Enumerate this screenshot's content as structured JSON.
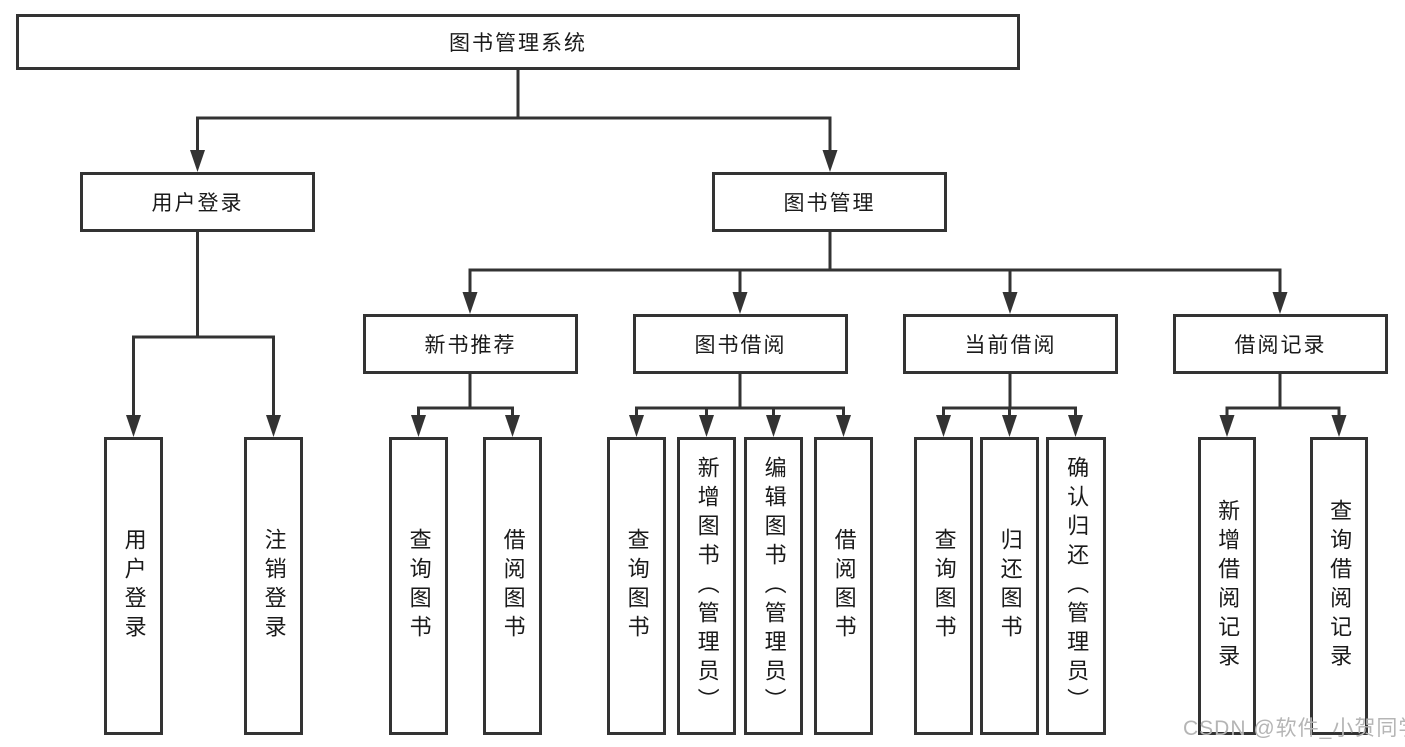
{
  "colors": {
    "line": "#333333",
    "box_border": "#333333",
    "text": "#1a1a1a",
    "background": "#ffffff",
    "watermark_text_color": "#b5b5b5"
  },
  "watermark": {
    "text": "CSDN @软件_小贺同学"
  },
  "tree": {
    "root": {
      "label": "图书管理系统",
      "children": [
        {
          "label": "用户登录",
          "children": [
            {
              "label": "用户登录"
            },
            {
              "label": "注销登录"
            }
          ]
        },
        {
          "label": "图书管理",
          "children": [
            {
              "label": "新书推荐",
              "children": [
                {
                  "label": "查询图书"
                },
                {
                  "label": "借阅图书"
                }
              ]
            },
            {
              "label": "图书借阅",
              "children": [
                {
                  "label": "查询图书"
                },
                {
                  "label": "新增图书（管理员）"
                },
                {
                  "label": "编辑图书（管理员）"
                },
                {
                  "label": "借阅图书"
                }
              ]
            },
            {
              "label": "当前借阅",
              "children": [
                {
                  "label": "查询图书"
                },
                {
                  "label": "归还图书"
                },
                {
                  "label": "确认归还（管理员）"
                }
              ]
            },
            {
              "label": "借阅记录",
              "children": [
                {
                  "label": "新增借阅记录"
                },
                {
                  "label": "查询借阅记录"
                }
              ]
            }
          ]
        }
      ]
    }
  }
}
